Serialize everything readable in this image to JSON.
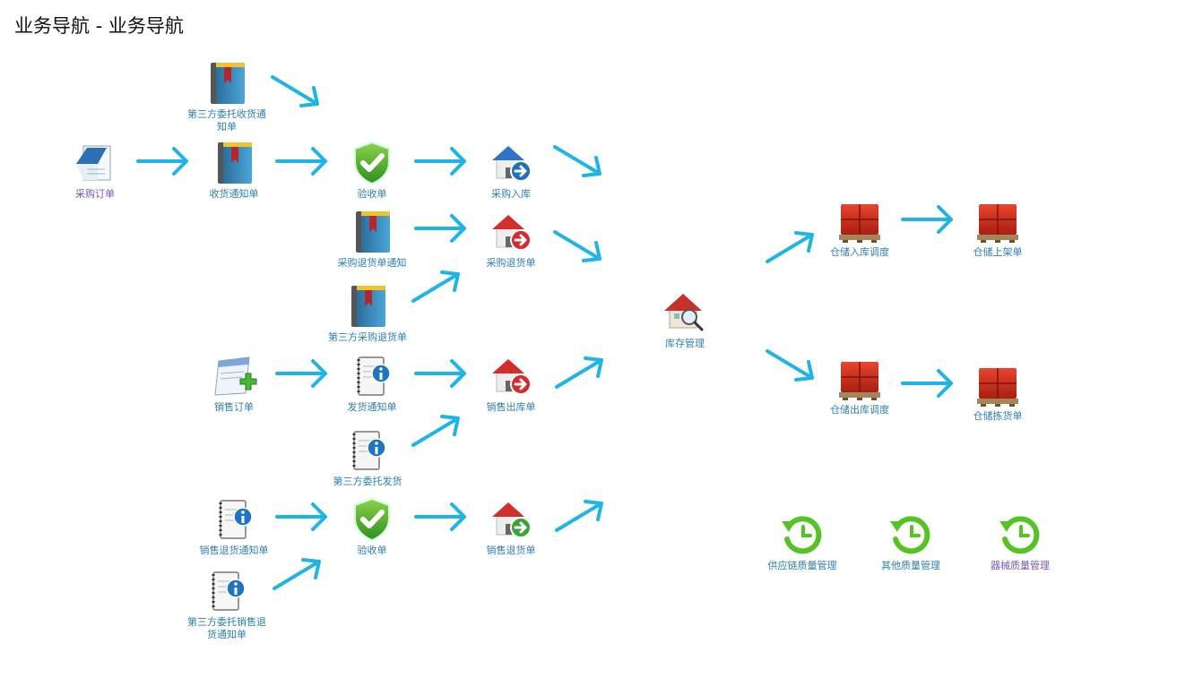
{
  "page": {
    "title": "业务导航 - 业务导航"
  },
  "nodes": {
    "third_party_receipt_notice": "第三方委托收货通知单",
    "purchase_order": "采购订单",
    "receipt_notice": "收货通知单",
    "inspection_sheet_top": "验收单",
    "purchase_inbound": "采购入库",
    "purchase_return_notice": "采购退货单通知",
    "purchase_return": "采购退货单",
    "third_party_purchase_return": "第三方采购退货单",
    "sales_order": "销售订单",
    "shipping_notice": "发货通知单",
    "sales_outbound": "销售出库单",
    "third_party_shipping": "第三方委托发货",
    "sales_return_notice": "销售退货通知单",
    "inspection_sheet_bottom": "验收单",
    "sales_return": "销售退货单",
    "third_party_sales_return_notice": "第三方委托销售退货通知单",
    "inventory_management": "库存管理",
    "warehouse_inbound_dispatch": "仓储入库调度",
    "warehouse_shelving": "仓储上架单",
    "warehouse_outbound_dispatch": "仓储出库调度",
    "warehouse_picking": "仓储拣货单",
    "supply_chain_quality": "供应链质量管理",
    "other_quality": "其他质量管理",
    "device_quality": "器械质量管理"
  },
  "colors": {
    "arrow": "#1eb4e6",
    "label": "#2f7fb5",
    "label_visited": "#7755bb",
    "clock": "#55c322"
  },
  "icons": {
    "book": "book-icon",
    "notepad": "notepad-icon",
    "shield": "shield-check-icon",
    "house_blue": "house-arrow-blue-icon",
    "house_red": "house-arrow-red-icon",
    "house_green": "house-arrow-green-icon",
    "house_search": "house-search-icon",
    "order_add": "order-add-icon",
    "info_doc": "info-document-icon",
    "pallet": "pallet-boxes-icon",
    "clock": "clock-history-icon"
  }
}
